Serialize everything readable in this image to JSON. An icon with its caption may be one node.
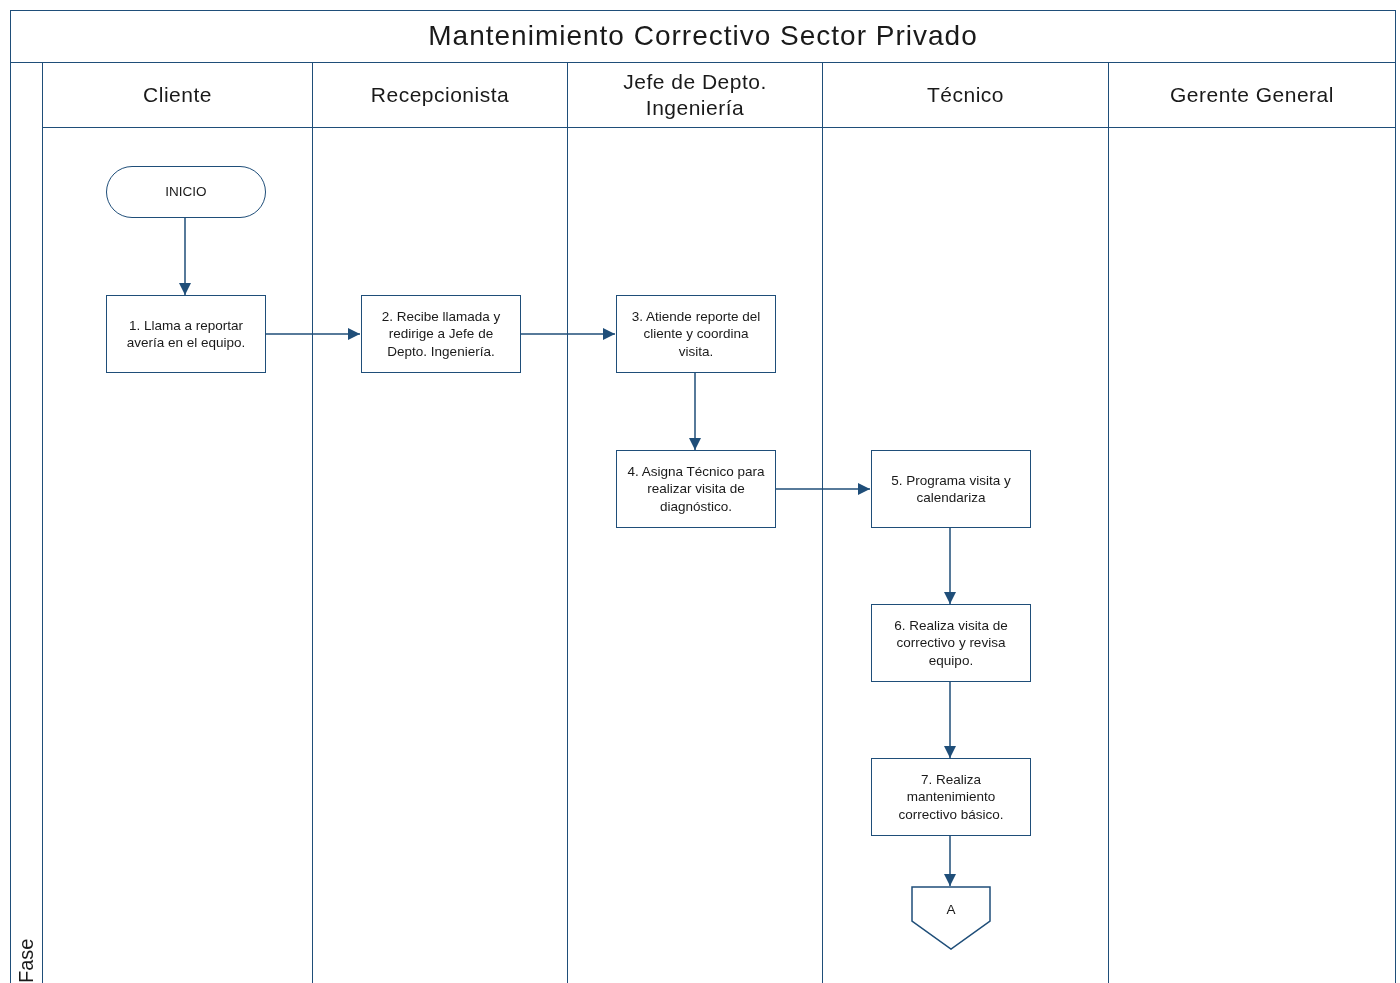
{
  "diagram": {
    "title": "Mantenimiento Correctivo Sector Privado",
    "nodes": [
      {
        "text": [
          "Cliente"
        ]
      },
      {
        "text": [
          "Recepcionista"
        ]
      },
      {
        "text": [
          "Jefe de Depto. Ingeniería"
        ]
      },
      {
        "text": [
          "Técnico"
        ]
      },
      {
        "text": [
          "Gerente General"
        ]
      },
      {
        "text": [
          "INICIO"
        ],
        "in": 0
      },
      {
        "text": [
          "1. Llama a reportar avería en el equipo."
        ],
        "in": 0
      },
      {
        "text": [
          "2. Recibe llamada y redirige a Jefe de Depto. Ingeniería."
        ],
        "in": 1
      },
      {
        "text": [
          "3. Atiende reporte del cliente y coordina visita."
        ],
        "in": 2
      },
      {
        "text": [
          "4. Asigna Técnico para realizar visita de diagnóstico."
        ],
        "in": 2
      },
      {
        "text": [
          "5. Programa visita y calendariza"
        ],
        "in": 3
      },
      {
        "text": [
          "6. Realiza visita de correctivo y revisa equipo."
        ],
        "in": 3
      },
      {
        "text": [
          "7. Realiza mantenimiento correctivo básico."
        ],
        "in": 3
      },
      {
        "text": [
          "A"
        ],
        "in": 3
      }
    ],
    "edges": [
      {
        "from": 5,
        "to": 6,
        "arrow": "to"
      },
      {
        "from": 6,
        "to": 7,
        "arrow": "to"
      },
      {
        "from": 7,
        "to": 8,
        "arrow": "to"
      },
      {
        "from": 8,
        "to": 9,
        "arrow": "to"
      },
      {
        "from": 9,
        "to": 10,
        "arrow": "to"
      },
      {
        "from": 10,
        "to": 11,
        "arrow": "to"
      },
      {
        "from": 11,
        "to": 12,
        "arrow": "to"
      },
      {
        "from": 12,
        "to": 13,
        "arrow": "to"
      }
    ],
    "labels": [
      "Fase"
    ]
  }
}
